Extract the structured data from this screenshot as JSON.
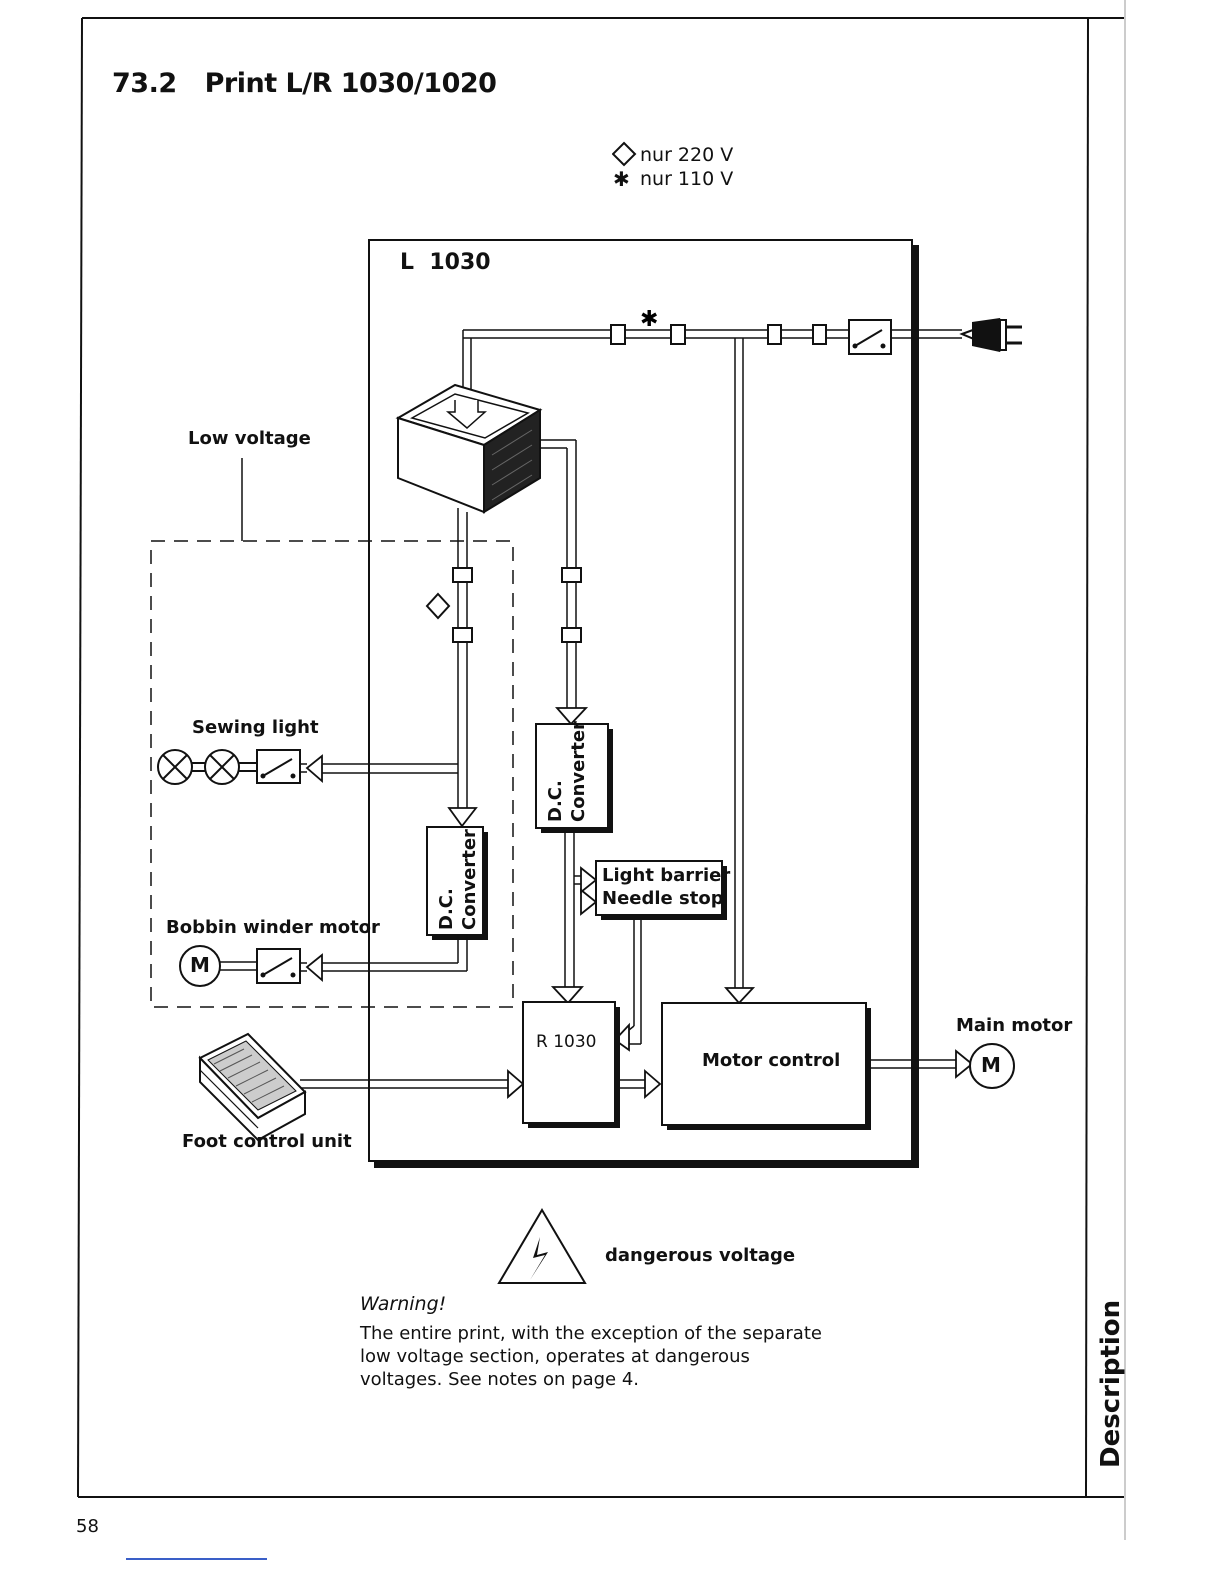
{
  "page": {
    "section_number": "73.2",
    "section_title": "Print L/R 1030/1020",
    "page_number": "58",
    "side_tab": "Description"
  },
  "legend": [
    {
      "symbol": "diamond-icon",
      "text": "nur 220 V"
    },
    {
      "symbol": "asterisk-icon",
      "text": "nur 110 V"
    }
  ],
  "diagram": {
    "board_label": "L  1030",
    "low_voltage_label": "Low voltage",
    "sewing_light_label": "Sewing light",
    "bobbin_motor_label": "Bobbin winder motor",
    "foot_control_label": "Foot control unit",
    "main_motor_label": "Main motor",
    "motor_symbol": "M",
    "dc_converter_line1": "D.C.",
    "dc_converter_line2": "Converter",
    "light_barrier_line1": "Light barrier",
    "light_barrier_line2": "Needle stop",
    "r_box_label": "R 1030",
    "motor_control_label": "Motor control",
    "danger_label": "dangerous voltage"
  },
  "warning": {
    "title": "Warning!",
    "body": "The entire print, with the exception of the separate low voltage section, operates at dangerous voltages. See notes on page 4."
  }
}
